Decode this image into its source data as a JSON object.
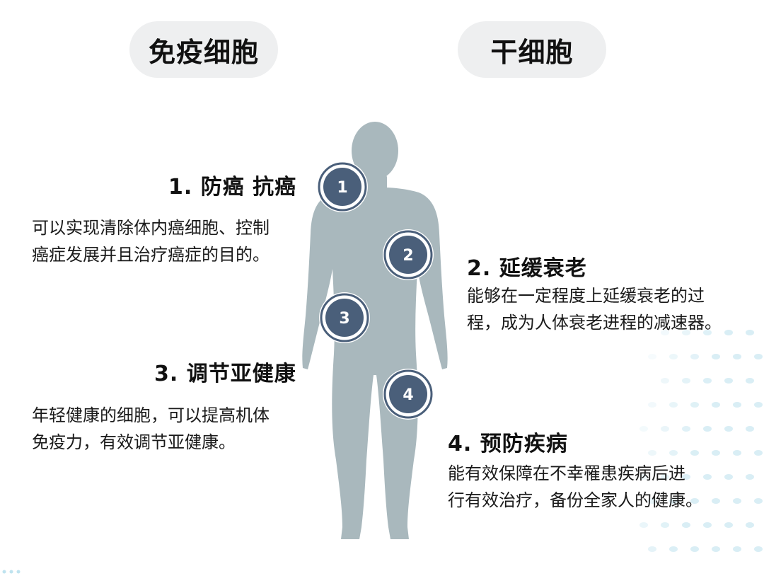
{
  "pills": {
    "left": "免疫细胞",
    "right": "干细胞"
  },
  "markers": [
    "1",
    "2",
    "3",
    "4"
  ],
  "sections": [
    {
      "heading": "1. 防癌 抗癌",
      "lines": [
        "可以实现清除体内癌细胞、控制",
        "癌症发展并且治疗癌症的目的。"
      ]
    },
    {
      "heading": "2. 延缓衰老",
      "lines": [
        "能够在一定程度上延缓衰老的过",
        "程，成为人体衰老进程的减速器。"
      ]
    },
    {
      "heading": "3. 调节亚健康",
      "lines": [
        "年轻健康的细胞，可以提高机体",
        "免疫力，有效调节亚健康。"
      ]
    },
    {
      "heading": "4. 预防疾病",
      "lines": [
        "能有效保障在不幸罹患疾病后进",
        "行有效治疗，备份全家人的健康。"
      ]
    }
  ],
  "colors": {
    "body_silhouette": "#a9b8bd",
    "marker_fill": "#4a5f7a",
    "pill_background": "#eeeff0",
    "dot_pattern": "#d9eef5"
  }
}
